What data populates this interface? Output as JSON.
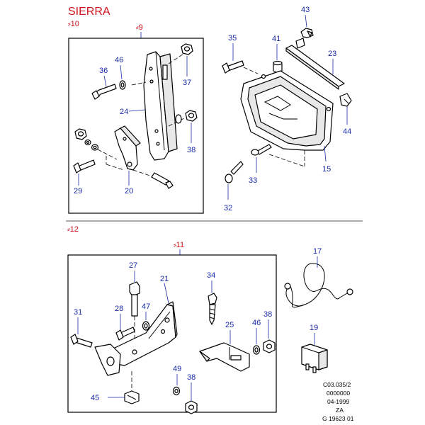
{
  "header": {
    "model": "SIERRA",
    "ref_top": "⸗10",
    "ref_box1": "⸗9",
    "ref_bottom": "⸗12",
    "ref_box2": "⸗11"
  },
  "callouts": {
    "c43": "43",
    "c35": "35",
    "c41": "41",
    "c23": "23",
    "c44": "44",
    "c33": "33",
    "c15": "15",
    "c32": "32",
    "c46a": "46",
    "c36": "36",
    "c37": "37",
    "c24": "24",
    "c38a": "38",
    "c29": "29",
    "c20": "20",
    "c17": "17",
    "c19": "19",
    "c27": "27",
    "c21": "21",
    "c34": "34",
    "c28": "28",
    "c47": "47",
    "c31": "31",
    "c25": "25",
    "c46b": "46",
    "c38b": "38",
    "c49": "49",
    "c38c": "38",
    "c45": "45"
  },
  "catalogue_code": {
    "line1": "C03.035/2",
    "line2": "0000000",
    "line3": "04-1999",
    "line4": "ZA",
    "line5": "G 19623 01"
  },
  "colors": {
    "callout": "#1a2aa8",
    "model_title": "#d0141c",
    "reference": "#d0141c"
  }
}
